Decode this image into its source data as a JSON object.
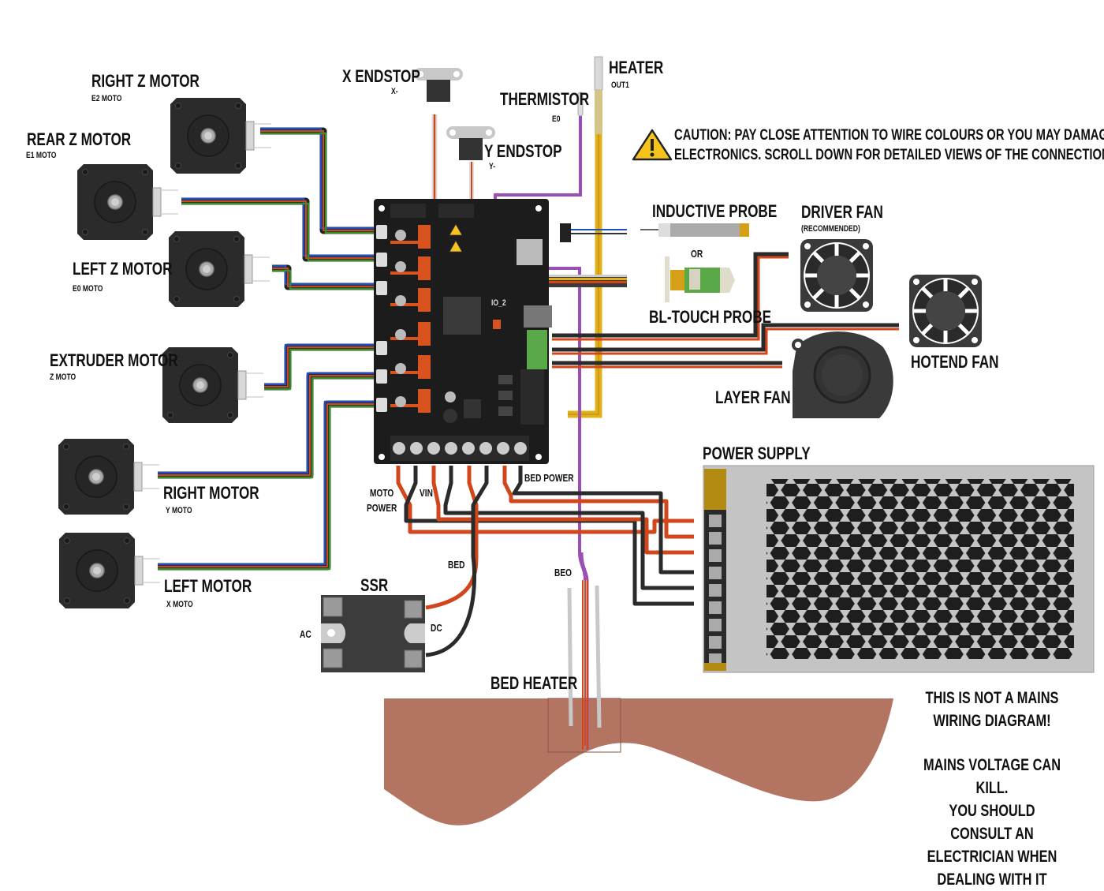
{
  "title": "Printer electronics wiring diagram",
  "colors": {
    "motor_body": "#2b2b2b",
    "wire_blue": "#1f4fbf",
    "wire_red": "#d2461c",
    "wire_green": "#3a8a2e",
    "wire_black": "#2a2a2a",
    "wire_purple": "#9b4fb5",
    "wire_yellow": "#e2b01a",
    "board": "#1c1c1c",
    "header_orange": "#d9531e",
    "bed_heater": "#b37462",
    "psu_case": "#c4c4c4",
    "psu_terminal_cover": "#b38a12",
    "warning_yellow": "#f6c21c",
    "green_terminal": "#5aa847"
  },
  "motors": [
    {
      "name": "RIGHT Z MOTOR",
      "port": "E2 MOTO"
    },
    {
      "name": "REAR Z MOTOR",
      "port": "E1 MOTO"
    },
    {
      "name": "LEFT Z MOTOR",
      "port": "E0 MOTO"
    },
    {
      "name": "EXTRUDER MOTOR",
      "port": "Z MOTO"
    },
    {
      "name": "RIGHT MOTOR",
      "port": "Y MOTO"
    },
    {
      "name": "LEFT MOTOR",
      "port": "X MOTO"
    }
  ],
  "endstops": [
    {
      "name": "X ENDSTOP",
      "port": "X-"
    },
    {
      "name": "Y ENDSTOP",
      "port": "Y-"
    }
  ],
  "thermistor": {
    "name": "THERMISTOR",
    "port": "E0"
  },
  "heater": {
    "name": "HEATER",
    "port": "OUT1"
  },
  "caution": {
    "icon": "warning-triangle-icon",
    "line1": "CAUTION: PAY CLOSE ATTENTION TO WIRE COLOURS OR YOU MAY DAMAGE YOUR",
    "line2": "ELECTRONICS. SCROLL DOWN FOR DETAILED VIEWS OF THE CONNECTIONS."
  },
  "probes": {
    "inductive": "INDUCTIVE PROBE",
    "or": "OR",
    "bltouch": "BL-TOUCH PROBE"
  },
  "fans": {
    "driver": "DRIVER FAN",
    "driver_note": "(RECOMMENDED)",
    "hotend": "HOTEND FAN",
    "layer": "LAYER FAN"
  },
  "board": {
    "io_label": "IO_2"
  },
  "power": {
    "moto_power_line1": "MOTO",
    "moto_power_line2": "POWER",
    "vin": "VIN",
    "bed_power": "BED POWER",
    "bed": "BED",
    "beo": "BEO",
    "power_supply": "POWER SUPPLY"
  },
  "ssr": {
    "name": "SSR",
    "ac": "AC",
    "dc": "DC"
  },
  "bed_heater": {
    "name": "BED HEATER"
  },
  "mains_warning": {
    "line1": "THIS IS NOT A MAINS",
    "line2": "WIRING DIAGRAM!",
    "line3": "MAINS VOLTAGE CAN KILL.",
    "line4": "YOU SHOULD CONSULT AN",
    "line5": "ELECTRICIAN WHEN",
    "line6": "DEALING WITH IT"
  }
}
